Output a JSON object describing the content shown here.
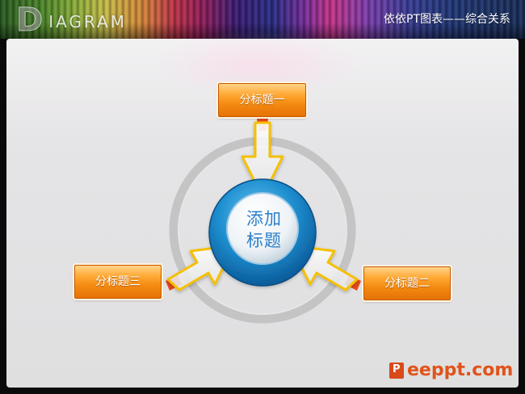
{
  "header": {
    "brand_initial": "D",
    "brand_rest": "IAGRAM",
    "title": "依依PT图表——综合关系"
  },
  "diagram": {
    "center_line1": "添加",
    "center_line2": "标题",
    "nodes": [
      "分标题一",
      "分标题二",
      "分标题三"
    ]
  },
  "footer": {
    "logo_text": "eeppt.com"
  },
  "colors": {
    "accent_orange": "#f58c12",
    "center_blue": "#2b7ec7",
    "arrow_outline": "#f5c000"
  }
}
